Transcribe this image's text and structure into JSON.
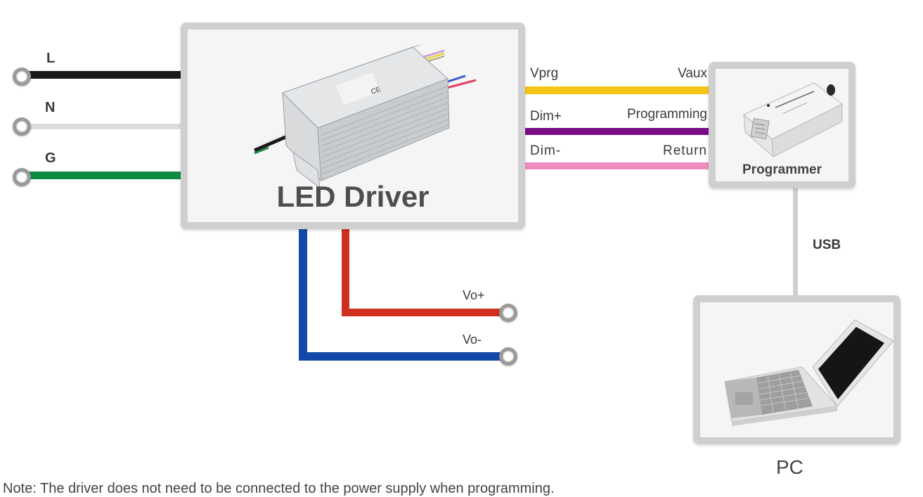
{
  "input": {
    "lines": [
      {
        "label": "L",
        "color": "#1a1a1a"
      },
      {
        "label": "N",
        "color": "#dcdcdc"
      },
      {
        "label": "G",
        "color": "#0f8a45"
      }
    ]
  },
  "led_driver": {
    "title": "LED Driver"
  },
  "signals": [
    {
      "left": "Vprg",
      "right": "Vaux",
      "color": "#f5c518"
    },
    {
      "left": "Dim+",
      "right": "Programming",
      "color": "#7a0d86"
    },
    {
      "left": "Dim-",
      "right": "Return",
      "color": "#f08cc0"
    }
  ],
  "programmer": {
    "title": "Programmer"
  },
  "usb": {
    "label": "USB"
  },
  "pc": {
    "title": "PC"
  },
  "outputs": [
    {
      "label": "Vo+",
      "color": "#d0301e"
    },
    {
      "label": "Vo-",
      "color": "#1248a8"
    }
  ],
  "footnote": {
    "text": "Note: The driver does not need to be connected to the power supply when programming."
  }
}
